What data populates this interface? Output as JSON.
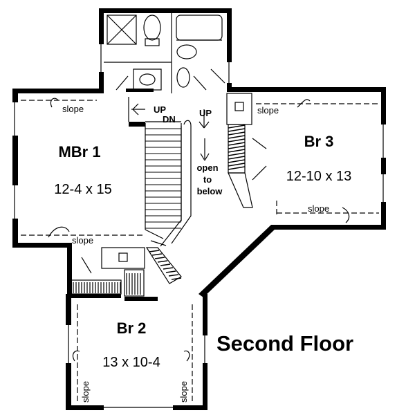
{
  "rooms": {
    "mbr1": {
      "name": "MBr 1",
      "size": "12-4 x 15"
    },
    "br3": {
      "name": "Br 3",
      "size": "12-10 x 13"
    },
    "br2": {
      "name": "Br 2",
      "size": "13 x 10-4"
    }
  },
  "stairs": {
    "up_left": "UP",
    "down": "DN",
    "up_right": "UP"
  },
  "open_to_below": [
    "open",
    "to",
    "below"
  ],
  "slope_label": "slope",
  "title": "Second Floor"
}
